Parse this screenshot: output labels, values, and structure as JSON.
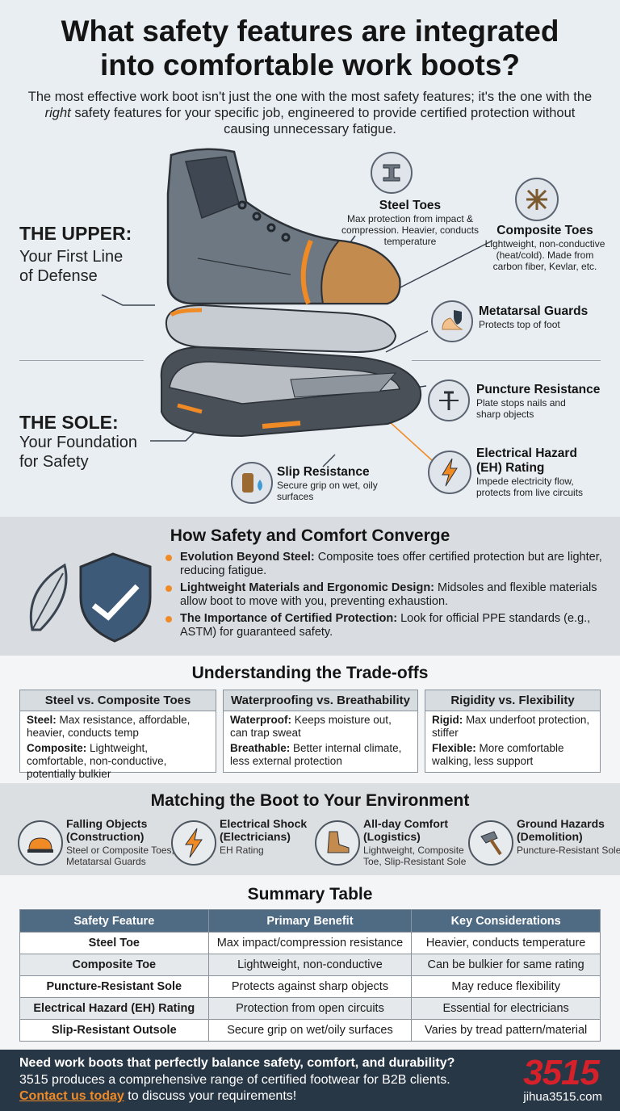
{
  "header": {
    "title": "What safety features are integrated into comfortable work boots?",
    "intro_a": "The most effective work boot isn't just the one with the most safety features; it's the one with the ",
    "intro_em": "right",
    "intro_b": " safety features for your specific job, engineered to provide certified protection without causing unnecessary fatigue."
  },
  "hero": {
    "upper_title": "THE UPPER:",
    "upper_sub": "Your First Line of Defense",
    "sole_title": "THE SOLE:",
    "sole_sub": "Your Foundation for Safety",
    "features": {
      "steel": {
        "title": "Steel Toes",
        "desc": "Max protection from impact & compression. Heavier, conducts temperature",
        "icon": "steel-beam-icon"
      },
      "composite": {
        "title": "Composite Toes",
        "desc": "Lightweight, non-conductive (heat/cold). Made from carbon fiber, Kevlar, etc.",
        "icon": "carbon-weave-icon"
      },
      "metatarsal": {
        "title": "Metatarsal Guards",
        "desc": "Protects top of foot",
        "icon": "foot-shield-icon"
      },
      "puncture": {
        "title": "Puncture Resistance",
        "desc": "Plate stops nails and sharp objects",
        "icon": "nail-icon"
      },
      "electrical": {
        "title": "Electrical Hazard (EH) Rating",
        "desc": "Impede electricity flow, protects from live circuits",
        "icon": "lightning-icon"
      },
      "slip": {
        "title": "Slip Resistance",
        "desc": "Secure grip on wet, oily surfaces",
        "icon": "tread-drop-icon"
      }
    }
  },
  "converge": {
    "title": "How Safety and Comfort Converge",
    "bullets": [
      {
        "head": "Evolution Beyond Steel:",
        "text": " Composite toes offer certified protection but are lighter, reducing fatigue."
      },
      {
        "head": "Lightweight Materials and Ergonomic Design:",
        "text": " Midsoles and flexible materials allow boot to move with you, preventing exhaustion."
      },
      {
        "head": "The Importance of Certified Protection:",
        "text": " Look for official PPE standards (e.g., ASTM) for guaranteed safety."
      }
    ]
  },
  "tradeoffs": {
    "title": "Understanding the Trade-offs",
    "boxes": [
      {
        "head": "Steel vs. Composite Toes",
        "a_label": "Steel:",
        "a_text": " Max resistance, affordable, heavier, conducts temp",
        "b_label": "Composite:",
        "b_text": " Lightweight, comfortable, non-conductive, potentially bulkier"
      },
      {
        "head": "Waterproofing vs. Breathability",
        "a_label": "Waterproof:",
        "a_text": " Keeps moisture out, can trap sweat",
        "b_label": "Breathable:",
        "b_text": " Better internal climate, less external protection"
      },
      {
        "head": "Rigidity vs. Flexibility",
        "a_label": "Rigid:",
        "a_text": " Max underfoot protection, stiffer",
        "b_label": "Flexible:",
        "b_text": " More comfortable walking, less support"
      }
    ]
  },
  "environment": {
    "title": "Matching the Boot to Your Environment",
    "items": [
      {
        "title": "Falling Objects (Construction)",
        "desc": "Steel or Composite Toes, Metatarsal Guards",
        "icon": "hardhat-tools-icon"
      },
      {
        "title": "Electrical Shock (Electricians)",
        "desc": "EH Rating",
        "icon": "lightning-bolt-icon"
      },
      {
        "title": "All-day Comfort (Logistics)",
        "desc": "Lightweight, Composite Toe, Slip-Resistant Sole",
        "icon": "boot-icon"
      },
      {
        "title": "Ground Hazards (Demolition)",
        "desc": "Puncture-Resistant Sole",
        "icon": "hammer-icon"
      }
    ]
  },
  "summary": {
    "title": "Summary Table",
    "columns": [
      "Safety Feature",
      "Primary Benefit",
      "Key Considerations"
    ],
    "rows": [
      [
        "Steel Toe",
        "Max impact/compression resistance",
        "Heavier, conducts temperature"
      ],
      [
        "Composite Toe",
        "Lightweight, non-conductive",
        "Can be bulkier for same rating"
      ],
      [
        "Puncture-Resistant Sole",
        "Protects against sharp objects",
        "May reduce flexibility"
      ],
      [
        "Electrical Hazard (EH) Rating",
        "Protection from open circuits",
        "Essential for electricians"
      ],
      [
        "Slip-Resistant Outsole",
        "Secure grip on wet/oily surfaces",
        "Varies by tread pattern/material"
      ]
    ]
  },
  "footer": {
    "line1": "Need work boots that perfectly balance safety, comfort, and durability?",
    "line2": "3515 produces a comprehensive range of certified footwear for B2B clients.",
    "cta": "Contact us today",
    "line3": " to discuss your requirements!",
    "brand": "3515",
    "site": "jihua3515.com"
  },
  "colors": {
    "accent": "#f08a24",
    "header_blue": "#4f6a83",
    "footer_bg": "#283746",
    "brand_red": "#d6202a"
  }
}
